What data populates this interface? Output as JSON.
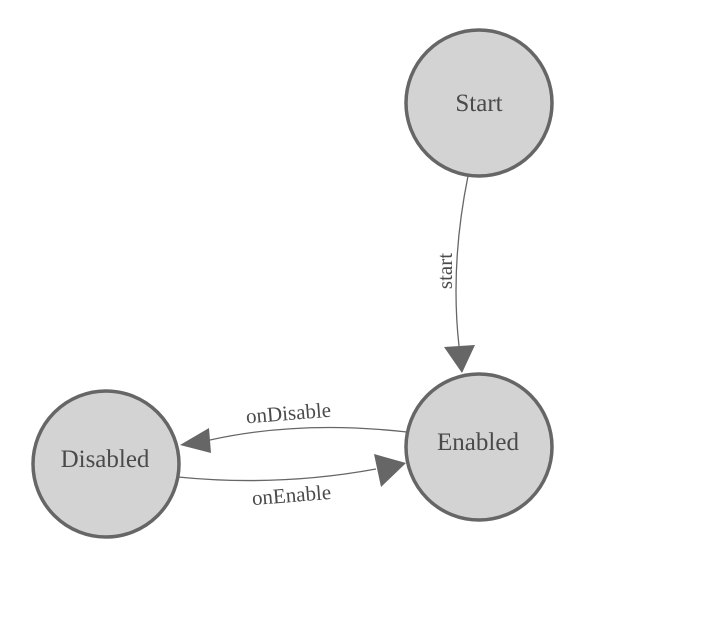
{
  "diagram": {
    "type": "state-machine",
    "background": "#ffffff",
    "colors": {
      "node_fill": "#d3d3d3",
      "node_stroke": "#666666",
      "edge_color": "#666666",
      "arrow_fill": "#666666",
      "label_color": "#4a4a4a"
    },
    "nodes": [
      {
        "label": "Start"
      },
      {
        "label": "Enabled"
      },
      {
        "label": "Disabled"
      }
    ],
    "edges": [
      {
        "label": "start",
        "from": "Start",
        "to": "Enabled"
      },
      {
        "label": "onDisable",
        "from": "Enabled",
        "to": "Disabled"
      },
      {
        "label": "onEnable",
        "from": "Disabled",
        "to": "Enabled"
      }
    ]
  }
}
